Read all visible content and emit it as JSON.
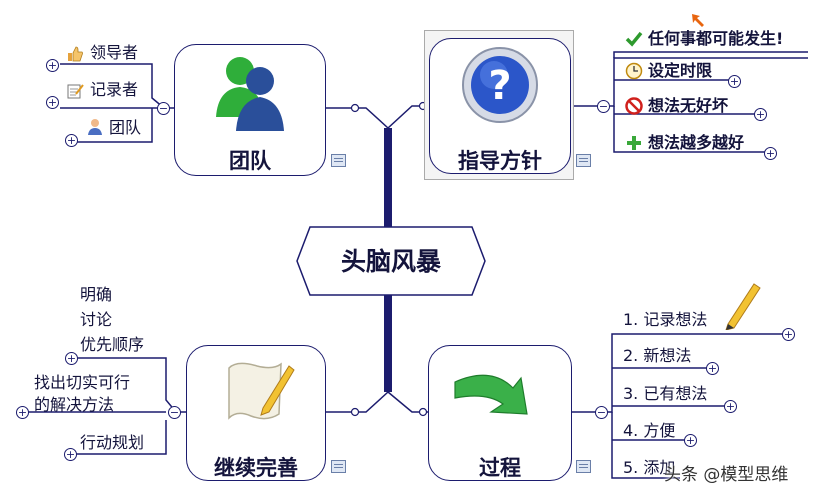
{
  "central": {
    "title": "头脑风暴"
  },
  "topics": {
    "team": {
      "title": "团队",
      "children": [
        "领导者",
        "记录者",
        "团队"
      ]
    },
    "guide": {
      "title": "指导方针",
      "children": [
        "任何事都可能发生!",
        "设定时限",
        "想法无好坏",
        "想法越多越好"
      ]
    },
    "improve": {
      "title": "继续完善",
      "children": [
        "明确",
        "讨论",
        "优先顺序",
        "找出切实可行",
        "的解决方法",
        "行动规划"
      ]
    },
    "process": {
      "title": "过程",
      "children": [
        "1. 记录想法",
        "2. 新想法",
        "3. 已有想法",
        "4. 方便",
        "5. 添加"
      ]
    }
  },
  "watermark": "头条 @模型思维",
  "icons": [
    "thumbs-up-icon",
    "notepad-icon",
    "person-icon",
    "users-icon",
    "question-icon",
    "checkmark-icon",
    "clock-icon",
    "no-entry-icon",
    "plus-icon",
    "pencil-icon",
    "scroll-icon",
    "arrow-icon"
  ]
}
